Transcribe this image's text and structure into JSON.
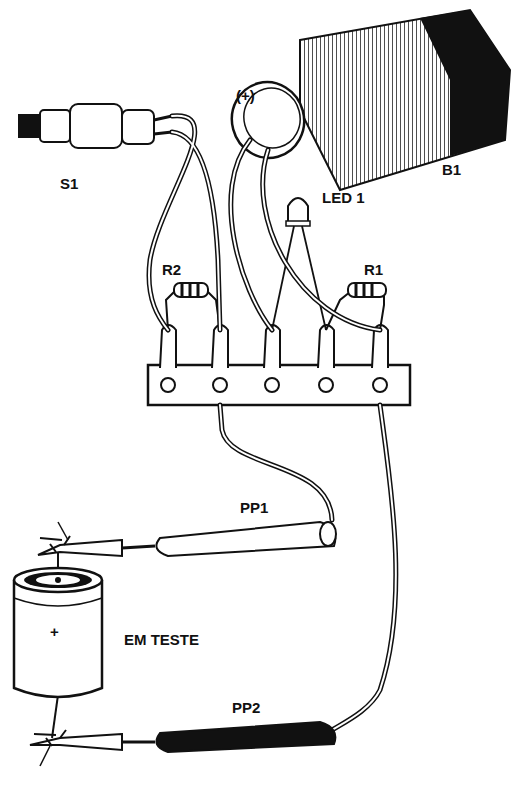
{
  "diagram": {
    "labels": [
      "S1",
      "(+)",
      "B1",
      "LED 1",
      "R2",
      "R1",
      "PP1",
      "PP2",
      "+",
      "EM TESTE"
    ]
  }
}
